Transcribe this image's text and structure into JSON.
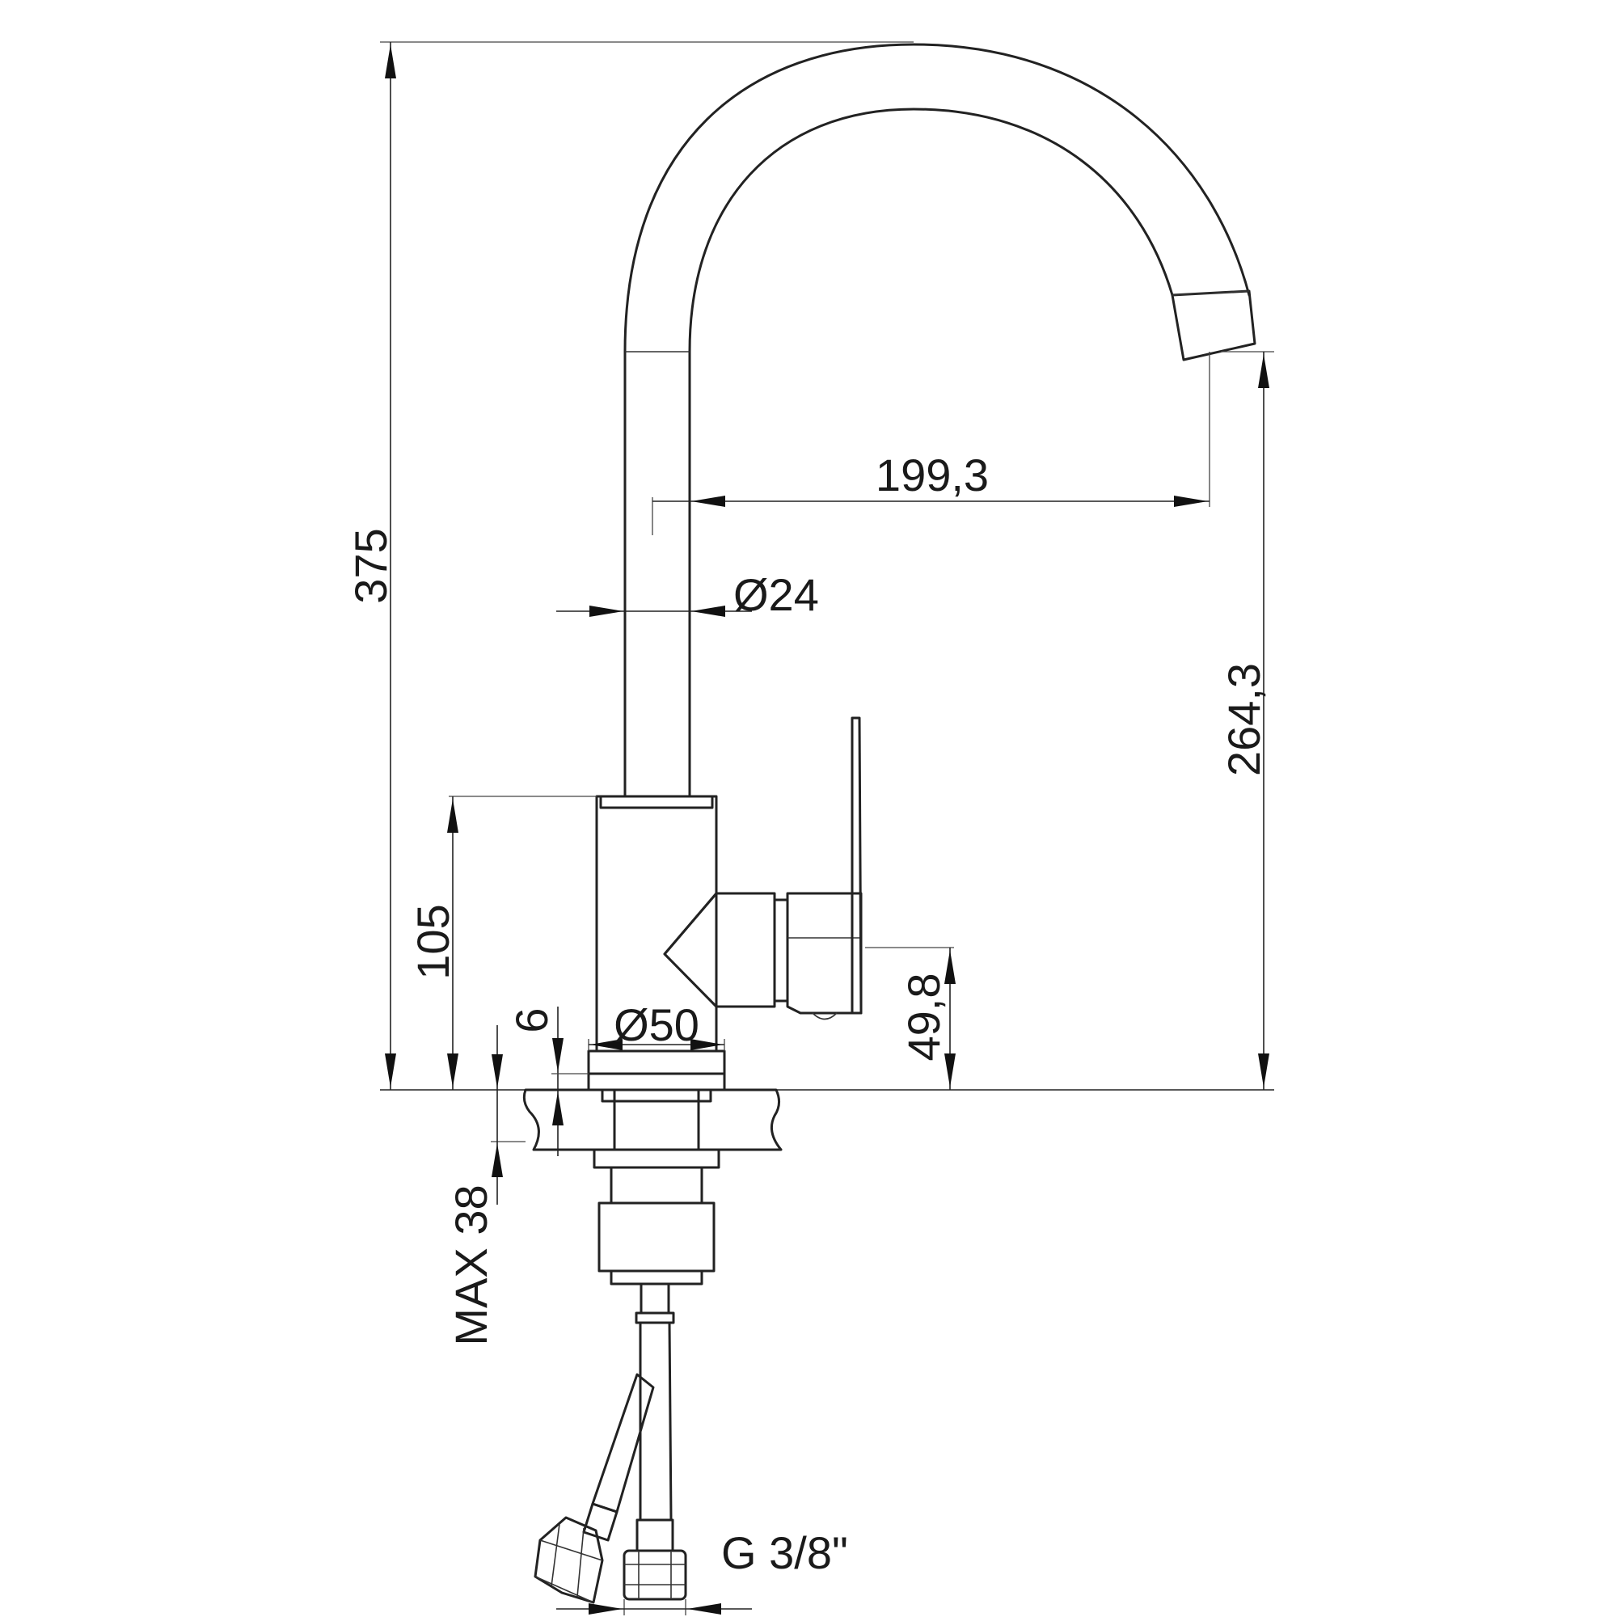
{
  "diagram": {
    "dimensions": {
      "total_height": "375",
      "spout_reach": "199,3",
      "spout_outlet_height": "264,3",
      "spout_tube_diameter": "Ø24",
      "body_height": "105",
      "base_flange_thickness": "6",
      "base_diameter": "Ø50",
      "lever_axis_height": "49,8",
      "max_counter_thickness": "MAX 38",
      "hose_thread": "G 3/8\""
    }
  }
}
